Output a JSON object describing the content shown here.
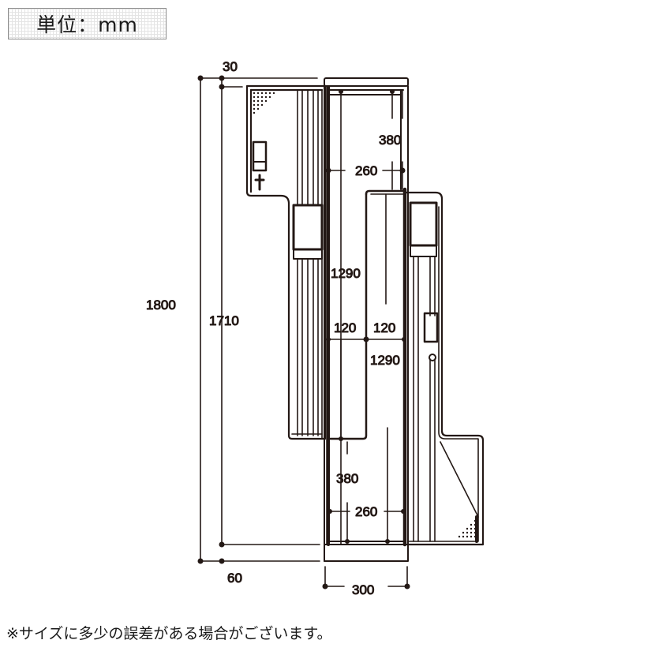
{
  "unit_label": "単位：mm",
  "dimensions": {
    "overall_height": "1800",
    "inner_height": "1710",
    "top_offset": "30",
    "bottom_offset": "60",
    "base_width": "300",
    "upper_right_rail_height": "380",
    "upper_rail_width": "260",
    "left_panel_height": "1290",
    "right_panel_height": "1290",
    "left_panel_width": "120",
    "right_panel_width": "120",
    "lower_rail_height": "380",
    "lower_rail_width": "260"
  },
  "note": "※サイズに多少の誤差がある場合がございます。",
  "colors": {
    "line": "#231815",
    "unit_box_border": "#8c8c8c",
    "grid": "#e4e4e4"
  }
}
